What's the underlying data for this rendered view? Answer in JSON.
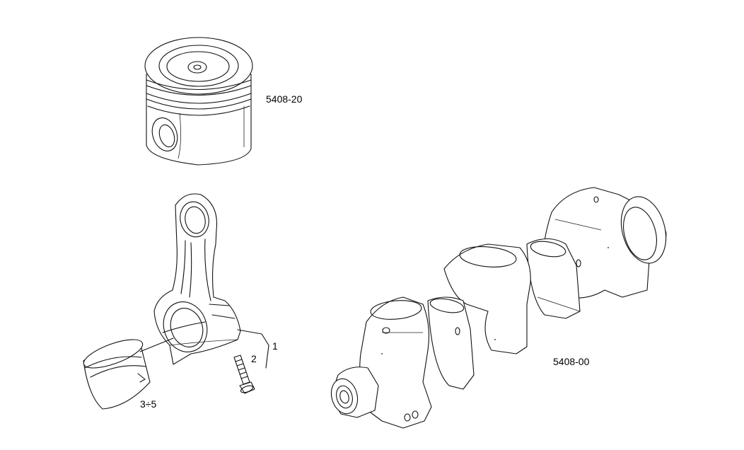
{
  "labels": {
    "piston": "5408-20",
    "crankshaft": "5408-00",
    "connecting_rod": "1",
    "bolt": "2",
    "bearing": "3÷5"
  }
}
